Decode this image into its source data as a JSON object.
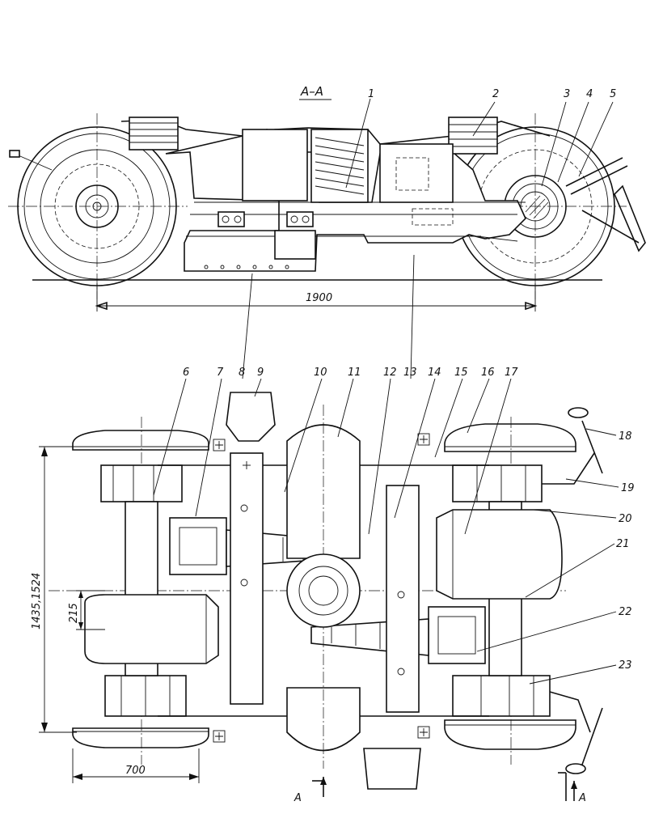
{
  "section_label": "А–А",
  "dimensions": {
    "wheelbase": "1900",
    "gauge": "1435,1524",
    "offset": "215",
    "wheel_width": "700"
  },
  "section_arrows": {
    "left": "А",
    "right": "А"
  },
  "callouts": [
    "1",
    "2",
    "3",
    "4",
    "5",
    "6",
    "7",
    "8",
    "9",
    "10",
    "11",
    "12",
    "13",
    "14",
    "15",
    "16",
    "17",
    "18",
    "19",
    "20",
    "21",
    "22",
    "23"
  ],
  "colors": {
    "ink": "#111111",
    "paper": "#ffffff"
  }
}
